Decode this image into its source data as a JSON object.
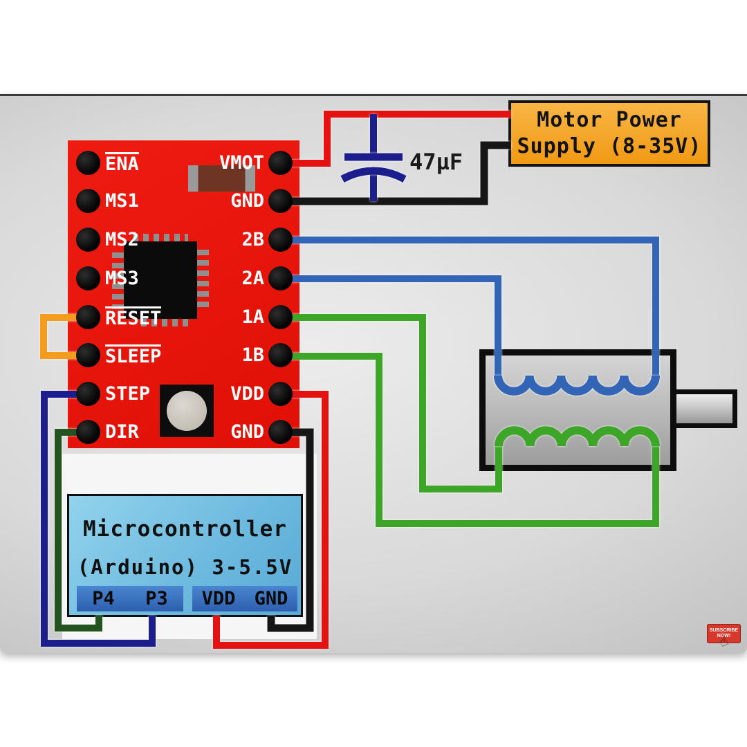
{
  "colors": {
    "board-red": "#ee1b10",
    "wire-red": "#e41311",
    "wire-black": "#161616",
    "wire-blue": "#3365b6",
    "wire-green": "#3da528",
    "wire-navy": "#1c1e8e",
    "wire-darkgreen": "#235321",
    "wire-orange": "#f49c1e",
    "supply-orange": "#f09a14",
    "mcu-blue-light": "#92d3ec",
    "mcu-blue-dark": "#58a9d5",
    "strip-blue": "#4a86d0",
    "badge-red": "#d8372c"
  },
  "driver_board": {
    "left_pins": [
      {
        "label": "ENA",
        "active_low": true
      },
      {
        "label": "MS1",
        "active_low": false
      },
      {
        "label": "MS2",
        "active_low": false
      },
      {
        "label": "MS3",
        "active_low": false
      },
      {
        "label": "RESET",
        "active_low": true
      },
      {
        "label": "SLEEP",
        "active_low": true
      },
      {
        "label": "STEP",
        "active_low": false
      },
      {
        "label": "DIR",
        "active_low": false
      }
    ],
    "right_pins": [
      {
        "label": "VMOT"
      },
      {
        "label": "GND"
      },
      {
        "label": "2B"
      },
      {
        "label": "2A"
      },
      {
        "label": "1A"
      },
      {
        "label": "1B"
      },
      {
        "label": "VDD"
      },
      {
        "label": "GND"
      }
    ]
  },
  "capacitor": {
    "value": "47µF"
  },
  "power_supply": {
    "line1": "Motor Power",
    "line2": "Supply (8-35V)"
  },
  "microcontroller": {
    "title": "Microcontroller",
    "subtitle": "(Arduino) 3-5.5V",
    "pin_labels": [
      "P4",
      "P3",
      "VDD",
      "GND"
    ]
  },
  "badge": {
    "line1": "SUBSCRIBE",
    "line2": "NOW!"
  }
}
